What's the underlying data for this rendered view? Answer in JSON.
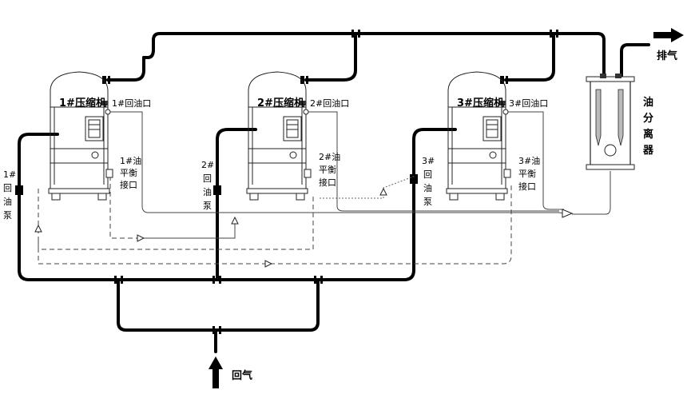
{
  "compressors": [
    {
      "name": "1#压缩机",
      "oil_return": "1#回油口",
      "balance": [
        "1#油",
        "平衡",
        "接口"
      ],
      "pump": [
        "1#",
        "回",
        "油",
        "泵"
      ]
    },
    {
      "name": "2#压缩机",
      "oil_return": "2#回油口",
      "balance": [
        "2#油",
        "平衡",
        "接口"
      ],
      "pump": [
        "2#",
        "回",
        "油",
        "泵"
      ]
    },
    {
      "name": "3#压缩机",
      "oil_return": "3#回油口",
      "balance": [
        "3#油",
        "平衡",
        "接口"
      ],
      "pump": [
        "3#",
        "回",
        "油",
        "泵"
      ]
    }
  ],
  "separator": {
    "label": [
      "油",
      "分",
      "离",
      "器"
    ]
  },
  "discharge": {
    "label": "排气"
  },
  "suction": {
    "label": "回气"
  }
}
